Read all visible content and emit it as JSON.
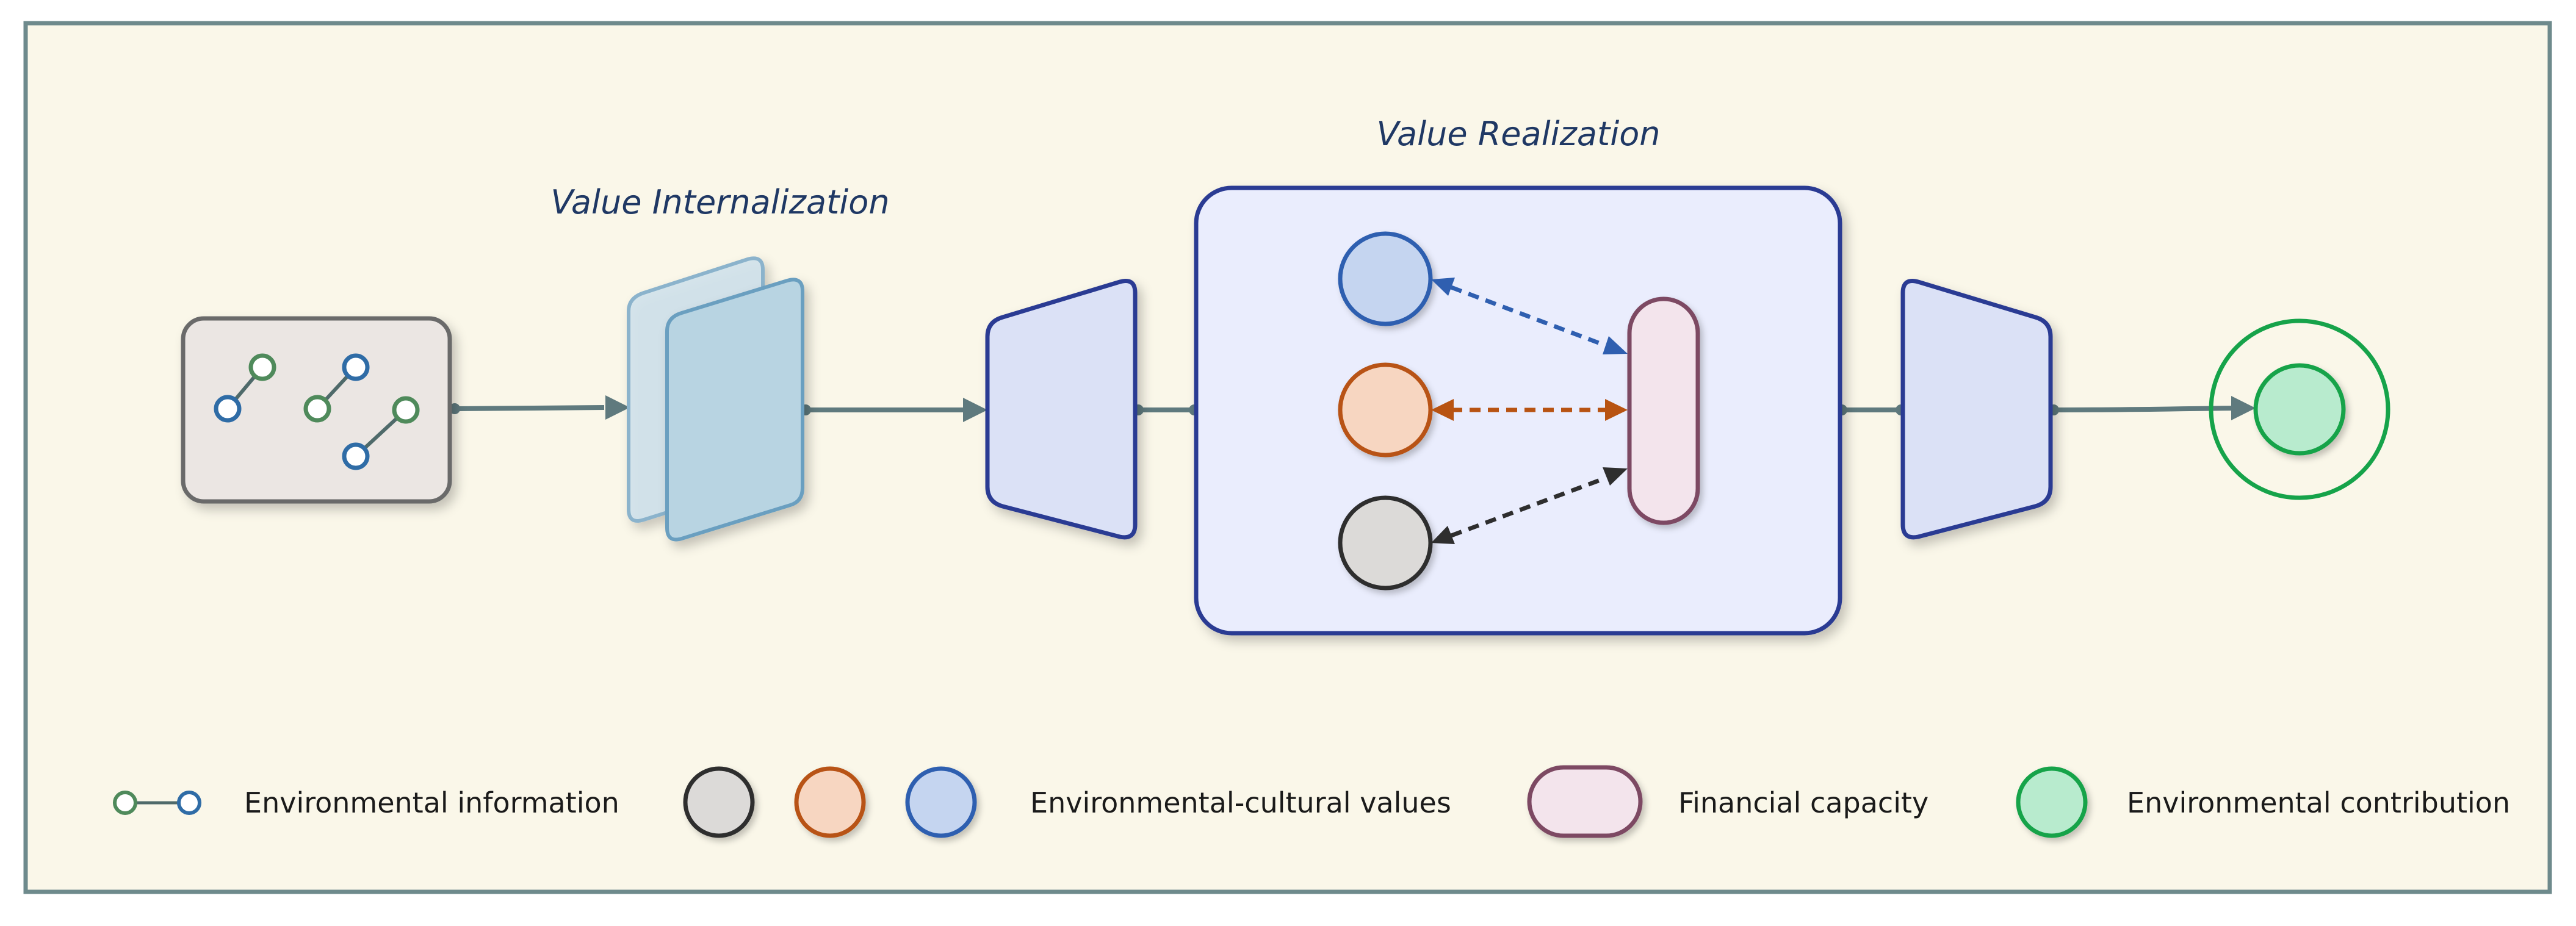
{
  "diagram": {
    "stage_labels": {
      "internalization": "Value Internalization",
      "realization": "Value Realization"
    },
    "legend": {
      "environmental_information": "Environmental information",
      "environmental_cultural_values": "Environmental-cultural values",
      "financial_capacity": "Financial capacity",
      "environmental_contribution": "Environmental contribution"
    }
  },
  "colors": {
    "background": "#faf7e9",
    "frame_border": "#6e8a8c",
    "connector": "#5f7a7e",
    "info_box_fill": "#ebe6e3",
    "info_box_stroke": "#6b6b6b",
    "node_green": "#4f8a5b",
    "node_blue": "#2f6ca6",
    "layer_back": "#cfe2ec",
    "layer_front": "#b8d4e2",
    "layer_stroke": "#6a9fc0",
    "encoder_fill": "#dbe1f6",
    "encoder_stroke": "#2b3a93",
    "realization_fill": "#eaedfd",
    "realization_stroke": "#2b3a93",
    "value_blue_fill": "#c5d5f0",
    "value_blue_stroke": "#2f5fb0",
    "value_orange_fill": "#f7d6c1",
    "value_orange_stroke": "#b85312",
    "value_gray_fill": "#dcdad8",
    "value_gray_stroke": "#2e2e2e",
    "financial_fill": "#f3e4ec",
    "financial_stroke": "#7d4a63",
    "contribution_fill": "#b8ebce",
    "contribution_stroke": "#16a34a"
  }
}
